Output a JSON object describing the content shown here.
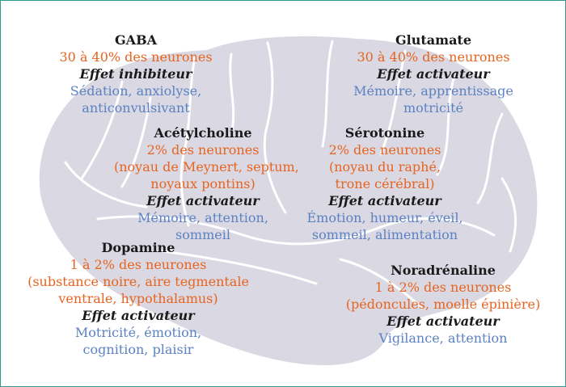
{
  "colors": {
    "border": "#2e9a8c",
    "brain_fill": "#d9d8e3",
    "brain_stroke": "#ffffff",
    "name": "#1a1a1a",
    "percentage": "#e8641f",
    "effect": "#1a1a1a",
    "role": "#5b82c2"
  },
  "neurotransmitters": [
    {
      "id": "gaba",
      "name": "GABA",
      "percentage": [
        "30 à 40% des neurones"
      ],
      "effect": "Effet inhibiteur",
      "roles": [
        "Sédation, anxiolyse,",
        "anticonvulsivant"
      ]
    },
    {
      "id": "glutamate",
      "name": "Glutamate",
      "percentage": [
        "30 à 40% des neurones"
      ],
      "effect": "Effet activateur",
      "roles": [
        "Mémoire, apprentissage",
        "motricité"
      ]
    },
    {
      "id": "acetylcholine",
      "name": "Acétylcholine",
      "percentage": [
        "2% des neurones",
        "(noyau de Meynert, septum,",
        "noyaux pontins)"
      ],
      "effect": "Effet activateur",
      "roles": [
        "Mémoire, attention,",
        "sommeil"
      ]
    },
    {
      "id": "serotonine",
      "name": "Sérotonine",
      "percentage": [
        "2% des neurones",
        "(noyau du raphé,",
        "trone cérébral)"
      ],
      "effect": "Effet activateur",
      "roles": [
        "Émotion, humeur, éveil,",
        "sommeil, alimentation"
      ]
    },
    {
      "id": "dopamine",
      "name": "Dopamine",
      "percentage": [
        "1 à 2% des neurones",
        "(substance noire, aire tegmentale",
        "ventrale, hypothalamus)"
      ],
      "effect": "Effet activateur",
      "roles": [
        "Motricité, émotion,",
        "cognition, plaisir"
      ]
    },
    {
      "id": "noradrenaline",
      "name": "Noradrénaline",
      "percentage": [
        "1 à 2% des neurones",
        "(pédoncules, moelle épinière)"
      ],
      "effect": "Effet activateur",
      "roles": [
        "Vigilance, attention"
      ]
    }
  ]
}
